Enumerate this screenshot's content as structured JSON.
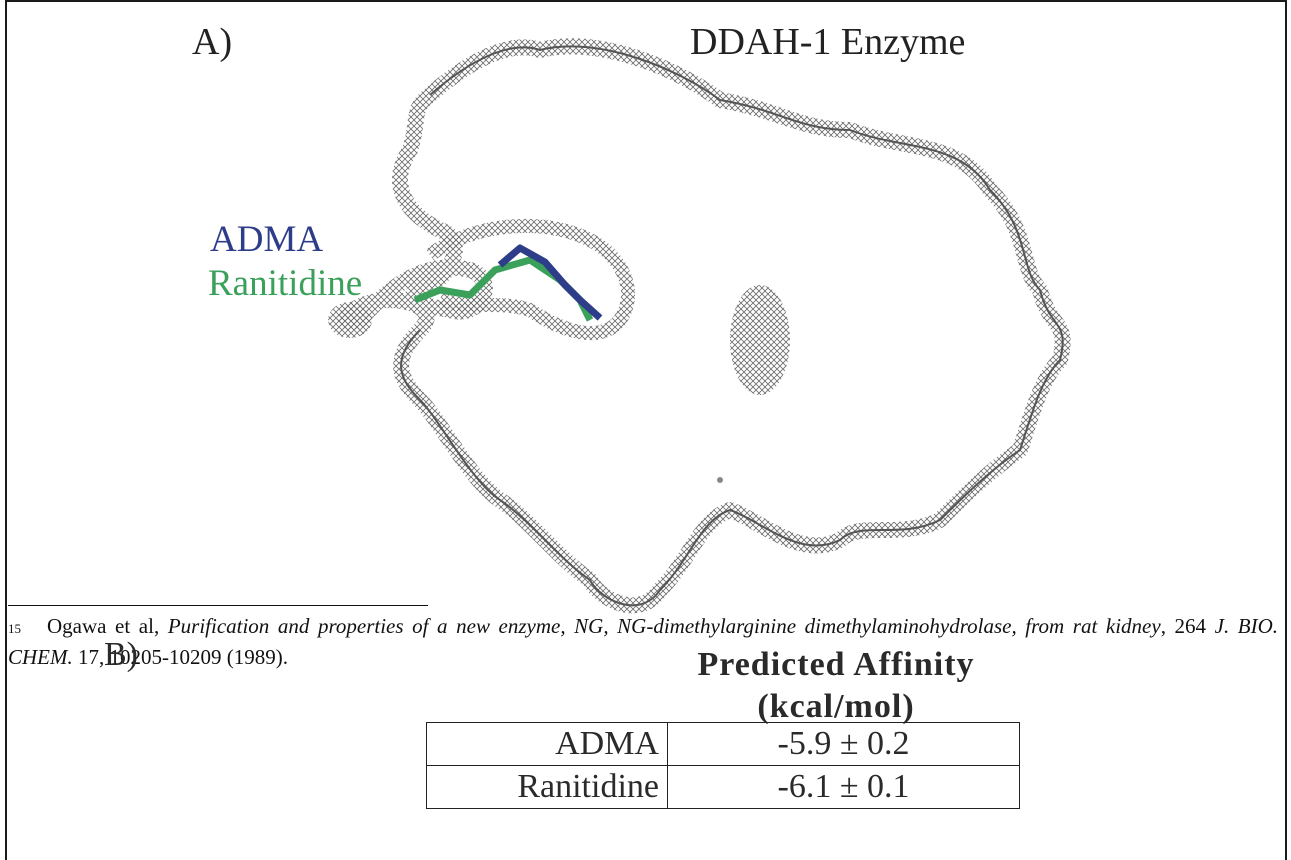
{
  "figure": {
    "panel_a_label": "A)",
    "enzyme_title": "DDAH-1 Enzyme",
    "ligands": [
      {
        "label": "ADMA",
        "color": "#2e3d8a"
      },
      {
        "label": "Ranitidine",
        "color": "#3aa05a"
      }
    ],
    "panel_b_label": "B)"
  },
  "footnote": {
    "number": "15",
    "authors": "Ogawa et al,",
    "title": "Purification and properties of a new enzyme, NG, NG-dimethylarginine dimethylaminohydrolase, from rat kidney",
    "volume": "264",
    "journal": "J. BIO. CHEM.",
    "details": "17, 10205-10209 (1989)."
  },
  "affinity": {
    "title_line1": "Predicted Affinity",
    "title_line2": "(kcal/mol)",
    "rows": [
      {
        "molecule": "ADMA",
        "value": "-5.9 ± 0.2"
      },
      {
        "molecule": "Ranitidine",
        "value": "-6.1 ± 0.1"
      }
    ]
  }
}
